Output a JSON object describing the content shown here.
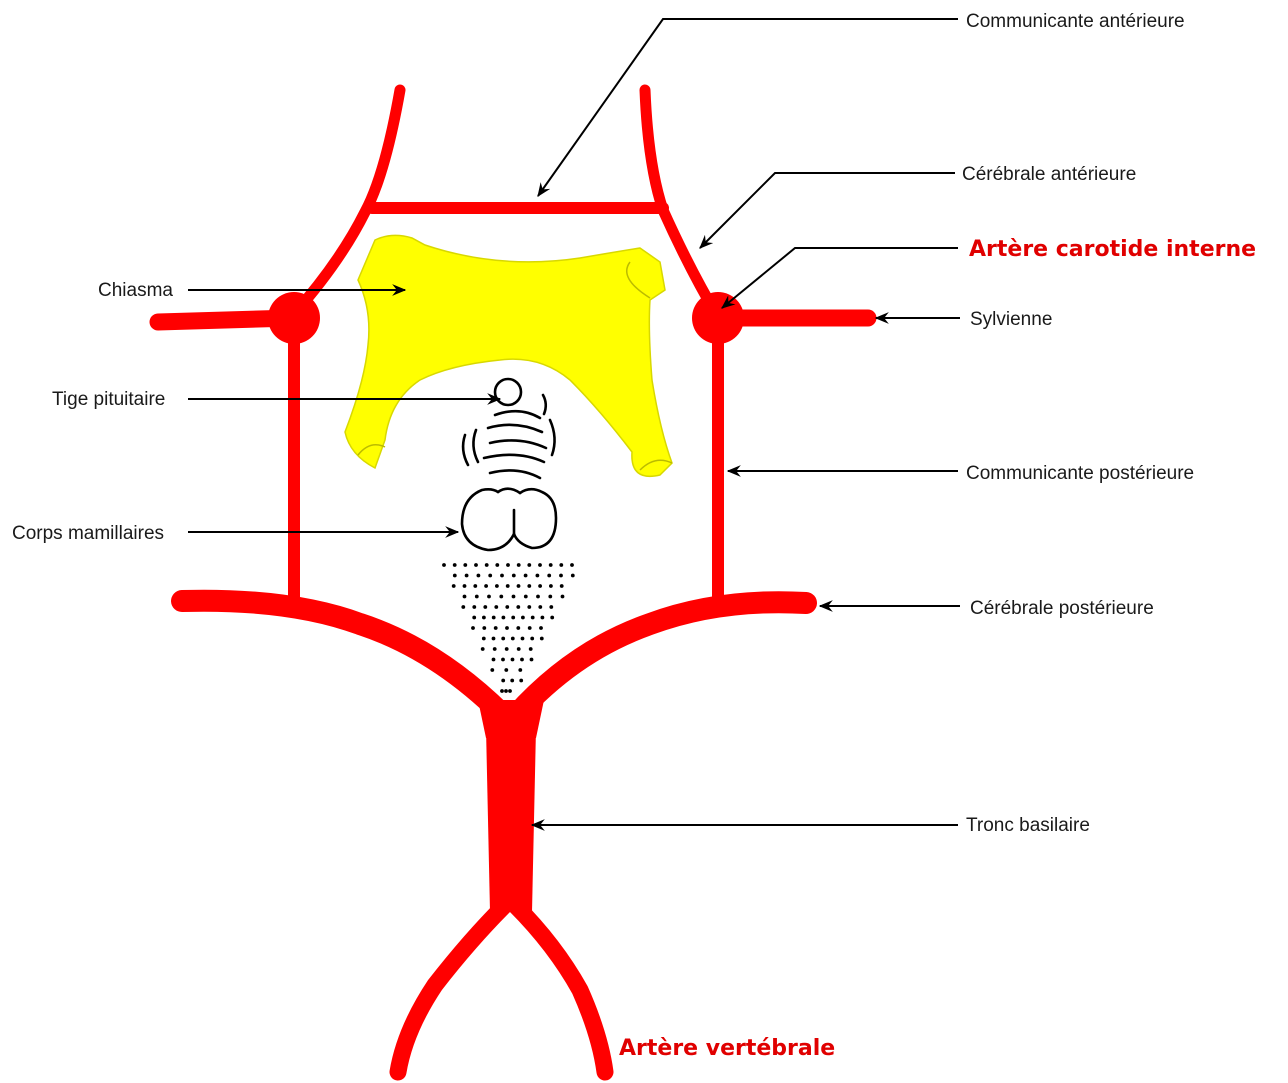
{
  "labels": {
    "communicante_anterieure": "Communicante antérieure",
    "cerebrale_anterieure": "Cérébrale antérieure",
    "carotide_interne": "Artère carotide interne",
    "sylvienne": "Sylvienne",
    "chiasma": "Chiasma",
    "tige_pituitaire": "Tige pituitaire",
    "communicante_posterieure": "Communicante postérieure",
    "corps_mamillaires": "Corps mamillaires",
    "cerebrale_posterieure": "Cérébrale postérieure",
    "tronc_basilaire": "Tronc basilaire",
    "vertebrale": "Artère vertébrale"
  },
  "colors": {
    "artery": "#ff0000",
    "chiasma": "#ffff00",
    "highlight_label": "#e00000"
  }
}
